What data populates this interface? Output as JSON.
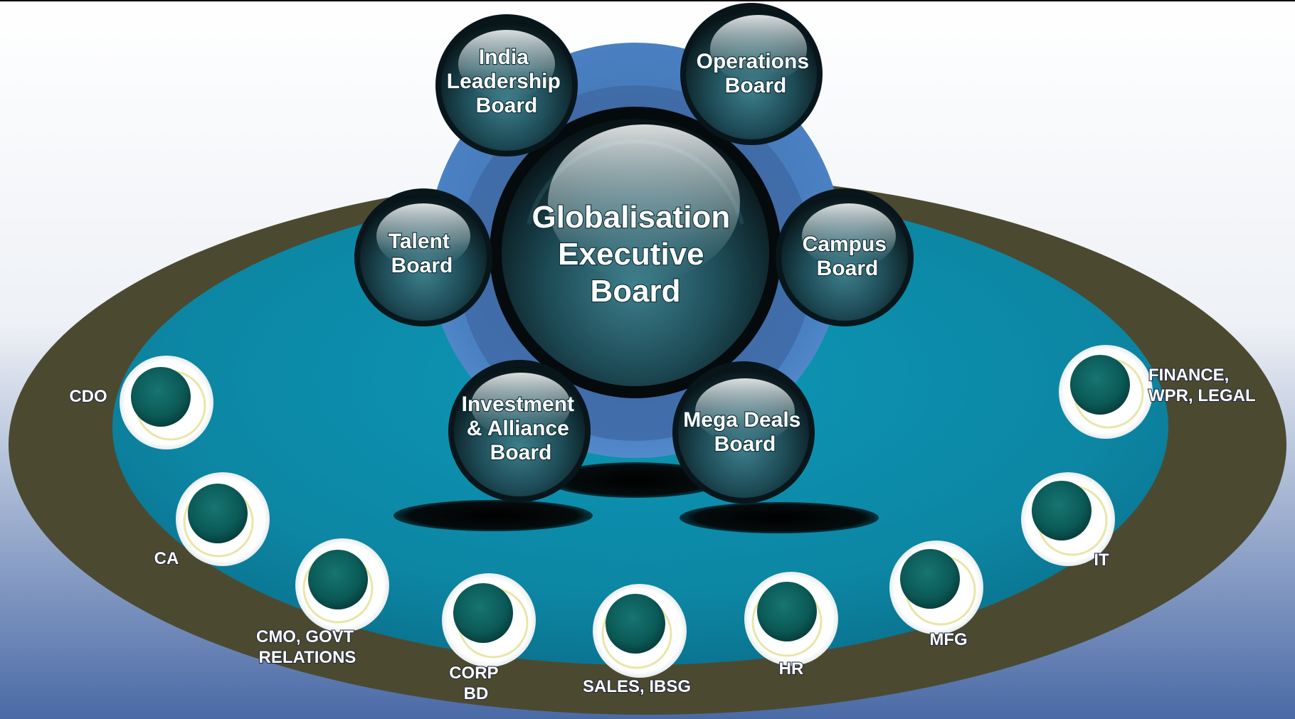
{
  "central_board": {
    "lines": [
      "Globalisation",
      "Executive",
      "Board"
    ]
  },
  "boards": [
    {
      "id": "india-leadership",
      "lines": [
        "India",
        "Leadership",
        "Board"
      ]
    },
    {
      "id": "operations",
      "lines": [
        "Operations",
        "Board"
      ]
    },
    {
      "id": "talent",
      "lines": [
        "Talent",
        "Board"
      ]
    },
    {
      "id": "campus",
      "lines": [
        "Campus",
        "Board"
      ]
    },
    {
      "id": "investment-alliance",
      "lines": [
        "Investment",
        "& Alliance",
        "Board"
      ]
    },
    {
      "id": "mega-deals",
      "lines": [
        "Mega Deals",
        "Board"
      ]
    }
  ],
  "departments": [
    {
      "id": "cdo",
      "lines": [
        "CDO"
      ]
    },
    {
      "id": "ca",
      "lines": [
        "CA"
      ]
    },
    {
      "id": "cmo-govt-relations",
      "lines": [
        "CMO, GOVT",
        "RELATIONS"
      ]
    },
    {
      "id": "corp-bd",
      "lines": [
        "CORP",
        "BD"
      ]
    },
    {
      "id": "sales-ibsg",
      "lines": [
        "SALES, IBSG"
      ]
    },
    {
      "id": "hr",
      "lines": [
        "HR"
      ]
    },
    {
      "id": "mfg",
      "lines": [
        "MFG"
      ]
    },
    {
      "id": "it",
      "lines": [
        "IT"
      ]
    },
    {
      "id": "finance-wpr-legal",
      "lines": [
        "FINANCE,",
        "WPR, LEGAL"
      ]
    }
  ],
  "colors": {
    "background_top": "#ffffff",
    "background_bottom": "#4a6aa6",
    "outer_ring": "#4b4a30",
    "inner_platform": "#0f8aa8",
    "hub_disc": "#4a7fbf",
    "sphere_dark": "#0a1a20",
    "sphere_teal": "#1b4d59",
    "dept_node": "#0b5e5a"
  }
}
